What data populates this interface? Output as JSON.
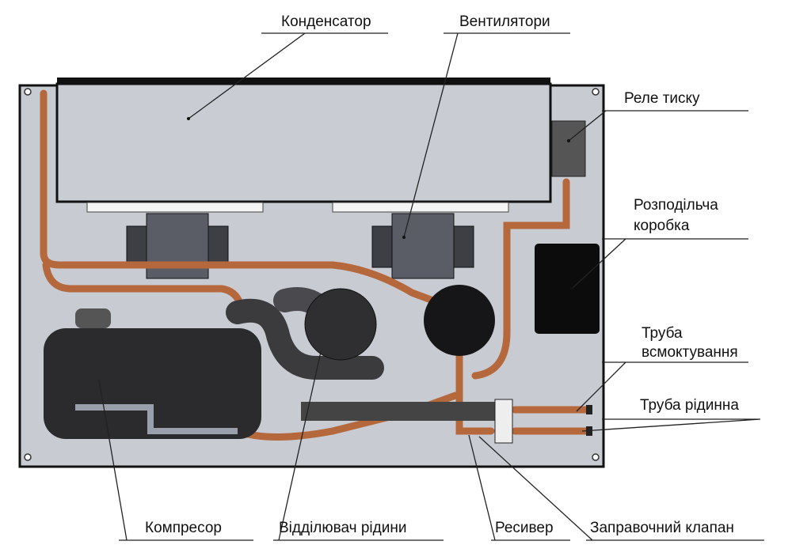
{
  "labels": {
    "condenser": "Конденсатор",
    "fans": "Вентилятори",
    "pressure_relay": "Реле тиску",
    "junction_box_1": "Розподільча",
    "junction_box_2": "коробка",
    "suction_pipe_1": "Труба",
    "suction_pipe_2": "всмоктування",
    "liquid_pipe": "Труба рідинна",
    "compressor": "Компресор",
    "liquid_separator": "Відділювач рідини",
    "receiver": "Ресивер",
    "charging_valve": "Заправочний клапан"
  },
  "colors": {
    "panel": "#c8cbd2",
    "copper": "#b5683c",
    "dark": "#2b2b2d"
  }
}
